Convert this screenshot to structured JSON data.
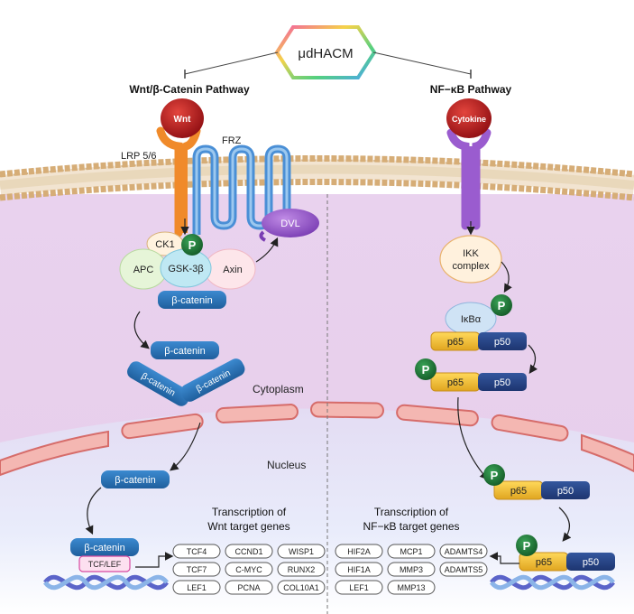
{
  "center_label": "μdHACM",
  "pathways": {
    "wnt": {
      "title": "Wnt/β-Catenin Pathway",
      "ligand": "Wnt",
      "receptor_lrp": "LRP 5/6",
      "receptor_frz": "FRZ",
      "dvl": "DVL",
      "complex": {
        "ck1": "CK1",
        "phospho": "P",
        "apc": "APC",
        "gsk": "GSK-3β",
        "axin": "Axin"
      },
      "beta_catenin": "β-catenin",
      "tcf_lef": "TCF/LEF",
      "transcription_line1": "Transcription of",
      "transcription_line2": "Wnt target genes",
      "genes": [
        "TCF4",
        "CCND1",
        "WISP1",
        "TCF7",
        "C-MYC",
        "RUNX2",
        "LEF1",
        "PCNA",
        "COL10A1"
      ]
    },
    "nfkb": {
      "title": "NF−κB Pathway",
      "ligand": "Cytokine",
      "ikk_line1": "IKK",
      "ikk_line2": "complex",
      "ikba": "IκBα",
      "p65": "p65",
      "p50": "p50",
      "phospho": "P",
      "transcription_line1": "Transcription of",
      "transcription_line2": "NF−κB target genes",
      "genes": [
        "HIF2A",
        "MCP1",
        "ADAMTS4",
        "HIF1A",
        "MMP3",
        "ADAMTS5",
        "LEF1",
        "MMP13"
      ]
    }
  },
  "compartments": {
    "cytoplasm": "Cytoplasm",
    "nucleus": "Nucleus"
  },
  "colors": {
    "beta_catenin": "#2b73b3",
    "ligand": "#c0171d",
    "p65": "#f2c12e",
    "p50": "#27468a",
    "phospho": "#1f7a3a",
    "dvl": "#9a5ccf",
    "cytoplasm": "#ead5ee",
    "nucleus": "#dde3f7"
  }
}
